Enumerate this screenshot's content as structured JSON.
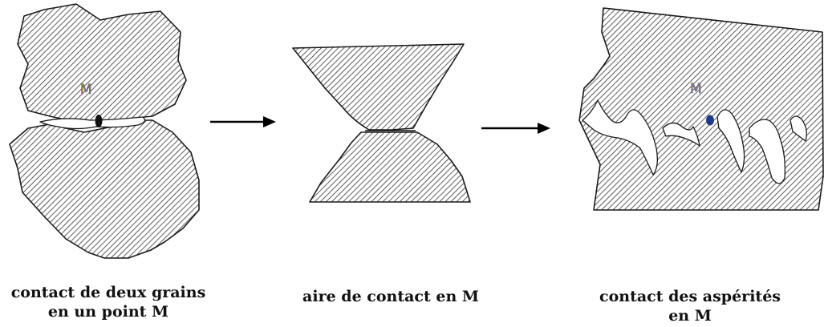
{
  "panels": [
    {
      "point_label": "M",
      "caption_lines": [
        "contact de deux grains",
        "en un point M"
      ]
    },
    {
      "caption_lines": [
        "aire de contact en M"
      ]
    },
    {
      "point_label": "M",
      "caption_lines": [
        "contact des aspérités",
        "en M"
      ]
    }
  ],
  "colors": {
    "hatch": "#1a1a1a",
    "point": "#111111",
    "point_panel3": "#1f3a8a",
    "label_fill": "#c78a1c",
    "label_edge": "#3a55c8"
  }
}
